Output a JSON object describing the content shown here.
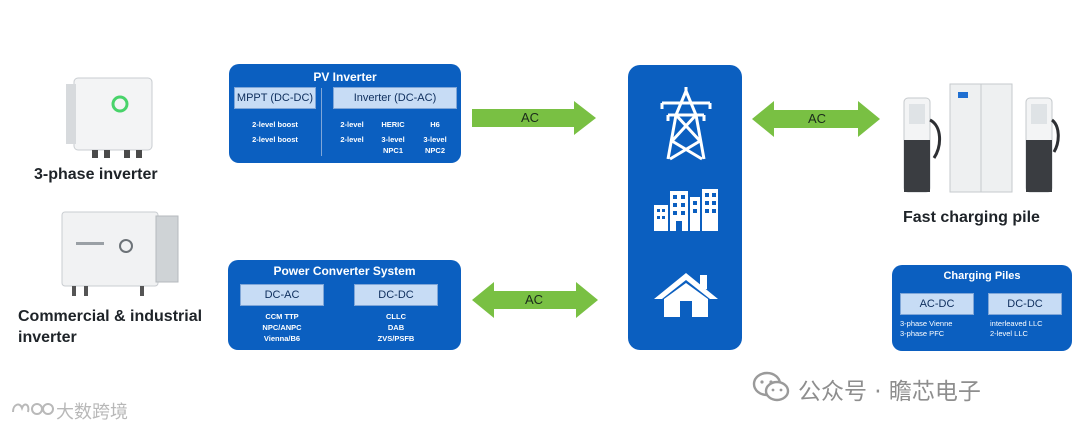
{
  "devices": {
    "three_phase_label": "3-phase inverter",
    "commercial_label_line1": "Commercial & industrial",
    "commercial_label_line2": "inverter",
    "fast_charging_label": "Fast charging pile"
  },
  "pv_inverter": {
    "title": "PV Inverter",
    "mppt_header": "MPPT (DC-DC)",
    "mppt_items": [
      "2-level boost",
      "2-level boost"
    ],
    "inverter_header": "Inverter (DC-AC)",
    "inv_row1": [
      "2-level",
      "HERIC",
      "H6"
    ],
    "inv_row2": [
      "2-level",
      "3-level NPC1",
      "3-level NPC2"
    ]
  },
  "pcs": {
    "title": "Power Converter System",
    "dcac_header": "DC-AC",
    "dcac_items": [
      "CCM TTP",
      "NPC/ANPC",
      "Vienna/B6"
    ],
    "dcdc_header": "DC-DC",
    "dcdc_items": [
      "CLLC",
      "DAB",
      "ZVS/PSFB"
    ]
  },
  "charging_piles": {
    "title": "Charging Piles",
    "acdc_header": "AC-DC",
    "acdc_items": [
      "3-phase Vienne",
      "3-phase PFC"
    ],
    "dcdc_header": "DC-DC",
    "dcdc_items": [
      "interleaved LLC",
      "2-level LLC"
    ]
  },
  "arrows": {
    "pv_to_grid": "AC",
    "grid_pcs": "AC",
    "grid_charger": "AC"
  },
  "grid_icons": [
    "transmission-tower-icon",
    "buildings-icon",
    "house-icon"
  ],
  "watermarks": {
    "left": "大数跨境",
    "right": "公众号 · 瞻芯电子"
  },
  "colors": {
    "panel_blue": "#0b5fc0",
    "header_light_blue": "#c7dcf5",
    "arrow_green": "#79c043"
  }
}
